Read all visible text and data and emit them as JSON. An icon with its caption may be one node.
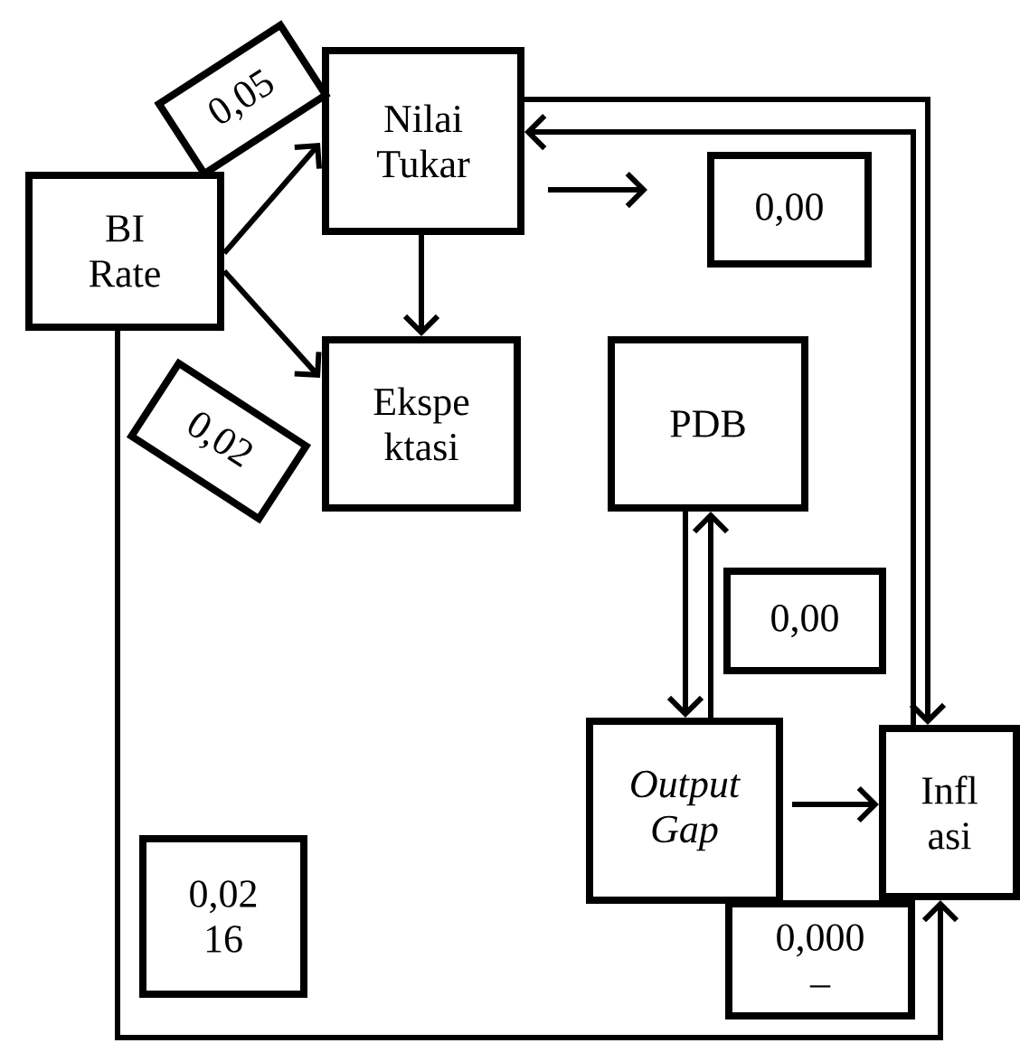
{
  "diagram": {
    "nodes": [
      {
        "text": [
          "BI Rate"
        ]
      },
      {
        "text": [
          "Nilai Tukar"
        ]
      },
      {
        "text": [
          "Ekspe ktasi"
        ]
      },
      {
        "text": [
          "PDB"
        ]
      },
      {
        "text": [
          "Output Gap"
        ]
      },
      {
        "text": [
          "Infl asi"
        ]
      },
      {
        "text": [
          "0,05"
        ]
      },
      {
        "text": [
          "0,02"
        ]
      },
      {
        "text": [
          "0,00"
        ]
      },
      {
        "text": [
          "0,00"
        ]
      },
      {
        "text": [
          "0,02 16"
        ]
      },
      {
        "text": [
          "0,000 –"
        ]
      }
    ],
    "edges": [
      {
        "from": 0,
        "to": 1,
        "arrow": "to"
      },
      {
        "from": 0,
        "to": 2,
        "arrow": "to"
      },
      {
        "from": 1,
        "to": 2,
        "arrow": "to"
      },
      {
        "from": 1,
        "to": 5,
        "arrow": "to"
      },
      {
        "from": 5,
        "to": 1,
        "arrow": "to"
      },
      {
        "from": 1,
        "to": 8,
        "arrow": "to"
      },
      {
        "from": 3,
        "to": 4,
        "arrow": "to"
      },
      {
        "from": 4,
        "to": 3,
        "arrow": "to"
      },
      {
        "from": 4,
        "to": 5,
        "arrow": "to"
      },
      {
        "from": 0,
        "to": 5,
        "arrow": "to"
      }
    ]
  }
}
